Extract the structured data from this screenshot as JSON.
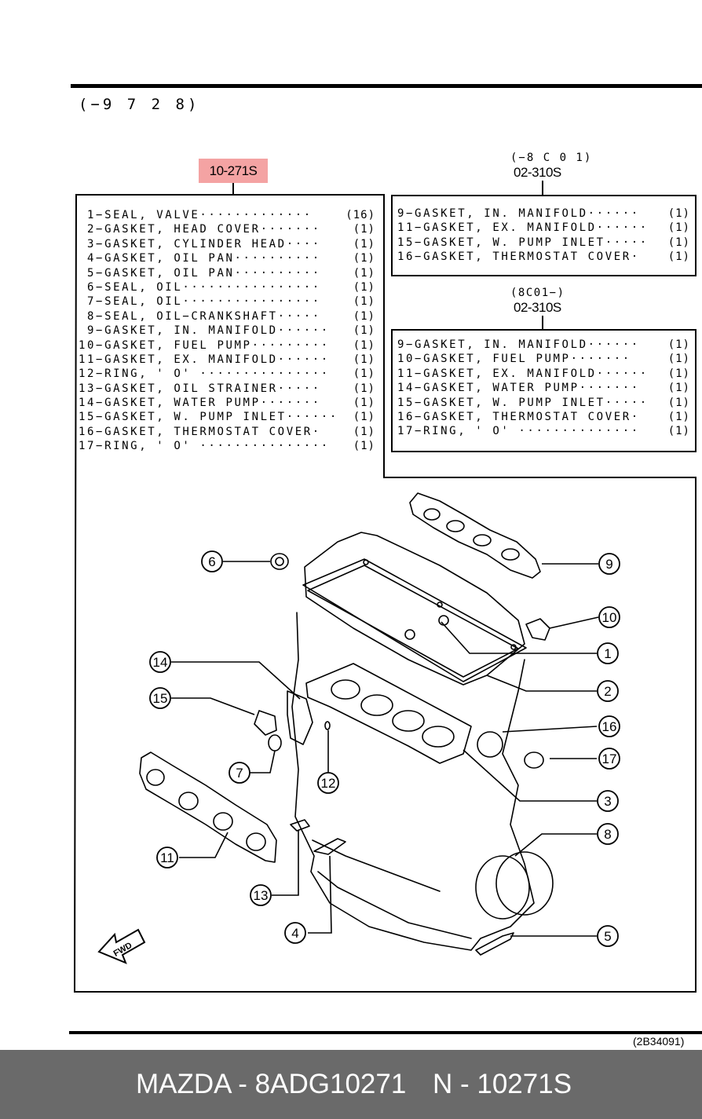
{
  "range_label": "(−9 7 2 8)",
  "main_code": "10-271S",
  "right_boxes": [
    {
      "range": "(−8 C 0 1)",
      "code": "02-310S",
      "items": [
        {
          "name": "9−GASKET, IN. MANIFOLD······",
          "qty": "(1)"
        },
        {
          "name": "11−GASKET, EX. MANIFOLD······",
          "qty": "(1)"
        },
        {
          "name": "15−GASKET, W. PUMP INLET·····",
          "qty": "(1)"
        },
        {
          "name": "16−GASKET, THERMOSTAT COVER·",
          "qty": "(1)"
        }
      ]
    },
    {
      "range": "(8C01−)",
      "code": "02-310S",
      "items": [
        {
          "name": "9−GASKET, IN. MANIFOLD······",
          "qty": "(1)"
        },
        {
          "name": "10−GASKET, FUEL PUMP·······",
          "qty": "(1)"
        },
        {
          "name": "11−GASKET, EX. MANIFOLD······",
          "qty": "(1)"
        },
        {
          "name": "14−GASKET, WATER PUMP·······",
          "qty": "(1)"
        },
        {
          "name": "15−GASKET, W. PUMP INLET·····",
          "qty": "(1)"
        },
        {
          "name": "16−GASKET, THERMOSTAT COVER·",
          "qty": "(1)"
        },
        {
          "name": "17−RING, ' O' ··············",
          "qty": "(1)"
        }
      ]
    }
  ],
  "main_list": [
    {
      "name": " 1−SEAL, VALVE·············",
      "qty": "(16)"
    },
    {
      "name": " 2−GASKET, HEAD COVER·······",
      "qty": "(1)"
    },
    {
      "name": " 3−GASKET, CYLINDER HEAD····",
      "qty": "(1)"
    },
    {
      "name": " 4−GASKET, OIL PAN··········",
      "qty": "(1)"
    },
    {
      "name": " 5−GASKET, OIL PAN··········",
      "qty": "(1)"
    },
    {
      "name": " 6−SEAL, OIL················",
      "qty": "(1)"
    },
    {
      "name": " 7−SEAL, OIL················",
      "qty": "(1)"
    },
    {
      "name": " 8−SEAL, OIL−CRANKSHAFT·····",
      "qty": "(1)"
    },
    {
      "name": " 9−GASKET, IN. MANIFOLD······",
      "qty": "(1)"
    },
    {
      "name": "10−GASKET, FUEL PUMP·········",
      "qty": "(1)"
    },
    {
      "name": "11−GASKET, EX. MANIFOLD······",
      "qty": "(1)"
    },
    {
      "name": "12−RING, ' O' ···············",
      "qty": "(1)"
    },
    {
      "name": "13−GASKET, OIL STRAINER·····",
      "qty": "(1)"
    },
    {
      "name": "14−GASKET, WATER PUMP·······",
      "qty": "(1)"
    },
    {
      "name": "15−GASKET, W. PUMP INLET······",
      "qty": "(1)"
    },
    {
      "name": "16−GASKET, THERMOSTAT COVER·",
      "qty": "(1)"
    },
    {
      "name": "17−RING, ' O' ···············",
      "qty": "(1)"
    }
  ],
  "callouts": [
    "1",
    "2",
    "3",
    "4",
    "5",
    "6",
    "7",
    "8",
    "9",
    "10",
    "11",
    "12",
    "13",
    "14",
    "15",
    "16",
    "17"
  ],
  "fwd_label": "FWD",
  "figure_code": "(2B34091)",
  "footer": {
    "brand_part": "MAZDA - 8ADG10271",
    "kit_ref": "N - 10271S"
  },
  "colors": {
    "highlight": "#f4a3a3",
    "footer_bg": "#6a6a6a",
    "footer_text": "#ffffff"
  }
}
